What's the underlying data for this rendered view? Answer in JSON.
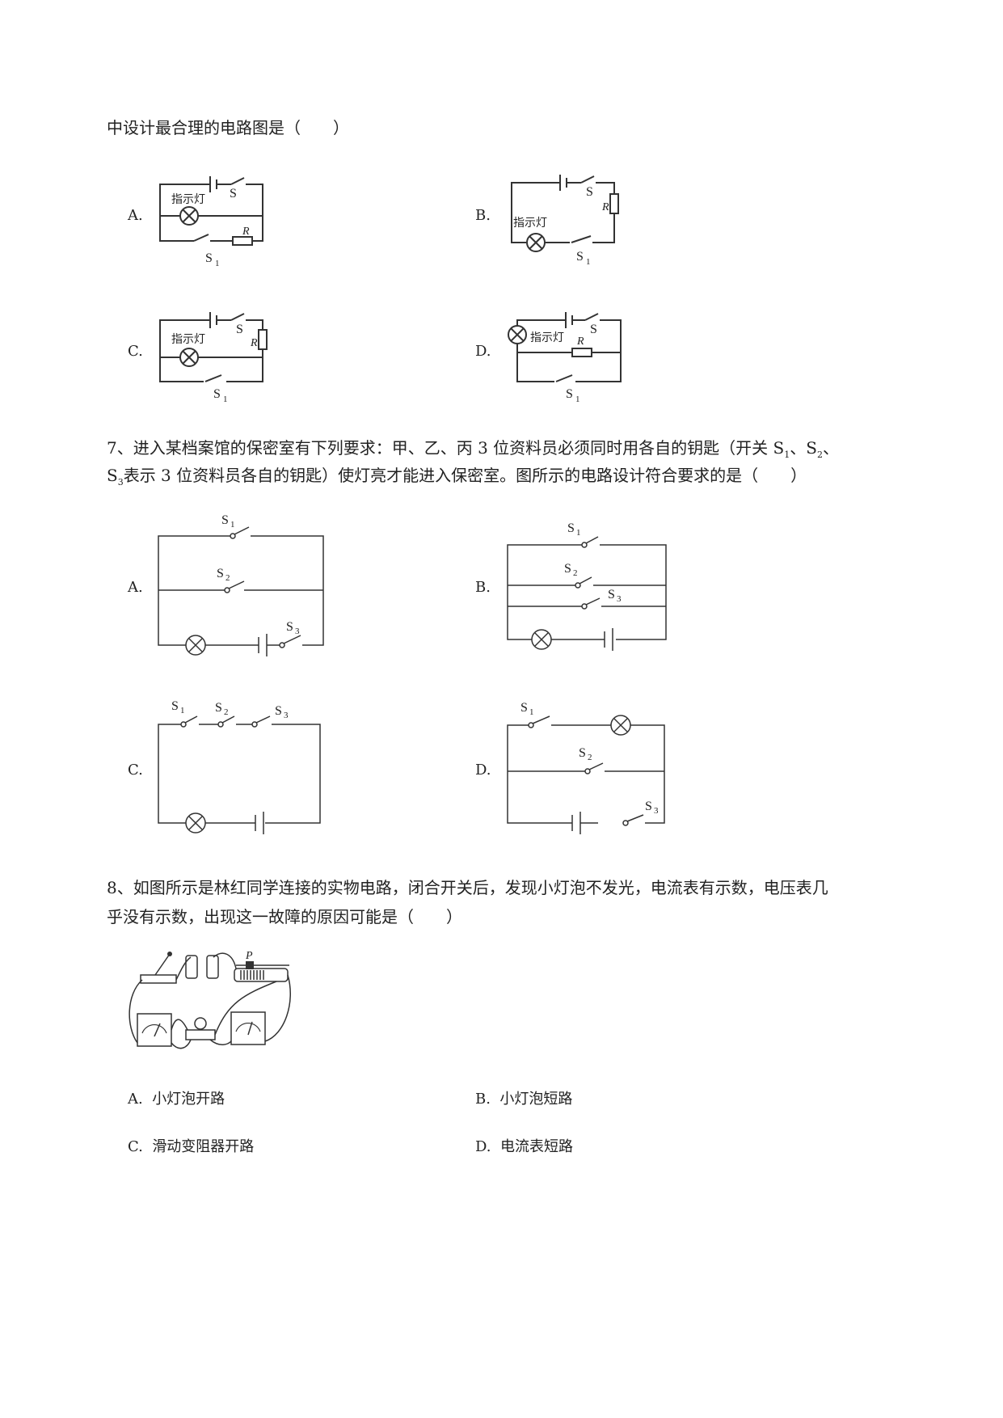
{
  "q6": {
    "tail": "中设计最合理的电路图是（　　）",
    "labels": {
      "indicator": "指示灯",
      "switch": "S",
      "switch1": "S",
      "switch1_sub": "1",
      "resistor": "R"
    },
    "options": {
      "A": "A.",
      "B": "B.",
      "C": "C.",
      "D": "D."
    }
  },
  "q7": {
    "line1_pre": "7、进入某档案馆的保密室有下列要求：甲、乙、丙 3 位资料员必须同时用各自的钥匙（开关 S",
    "s1_sub": "1",
    "sep1": "、S",
    "s2_sub": "2",
    "sep2": "、",
    "line2_s": "S",
    "s3_sub": "3",
    "line2_rest": "表示 3 位资料员各自的钥匙）使灯亮才能进入保密室。图所示的电路设计符合要求的是（　　）",
    "labels": {
      "S": "S",
      "sub1": "1",
      "sub2": "2",
      "sub3": "3"
    },
    "options": {
      "A": "A.",
      "B": "B.",
      "C": "C.",
      "D": "D."
    }
  },
  "q8": {
    "line1": "8、如图所示是林红同学连接的实物电路，闭合开关后，发现小灯泡不发光，电流表有示数，电压表几",
    "line2": "乎没有示数，出现这一故障的原因可能是（　　）",
    "figure_label_p": "P",
    "options": [
      {
        "key": "A.",
        "text": "小灯泡开路"
      },
      {
        "key": "B.",
        "text": "小灯泡短路"
      },
      {
        "key": "C.",
        "text": "滑动变阻器开路"
      },
      {
        "key": "D.",
        "text": "电流表短路"
      }
    ]
  }
}
